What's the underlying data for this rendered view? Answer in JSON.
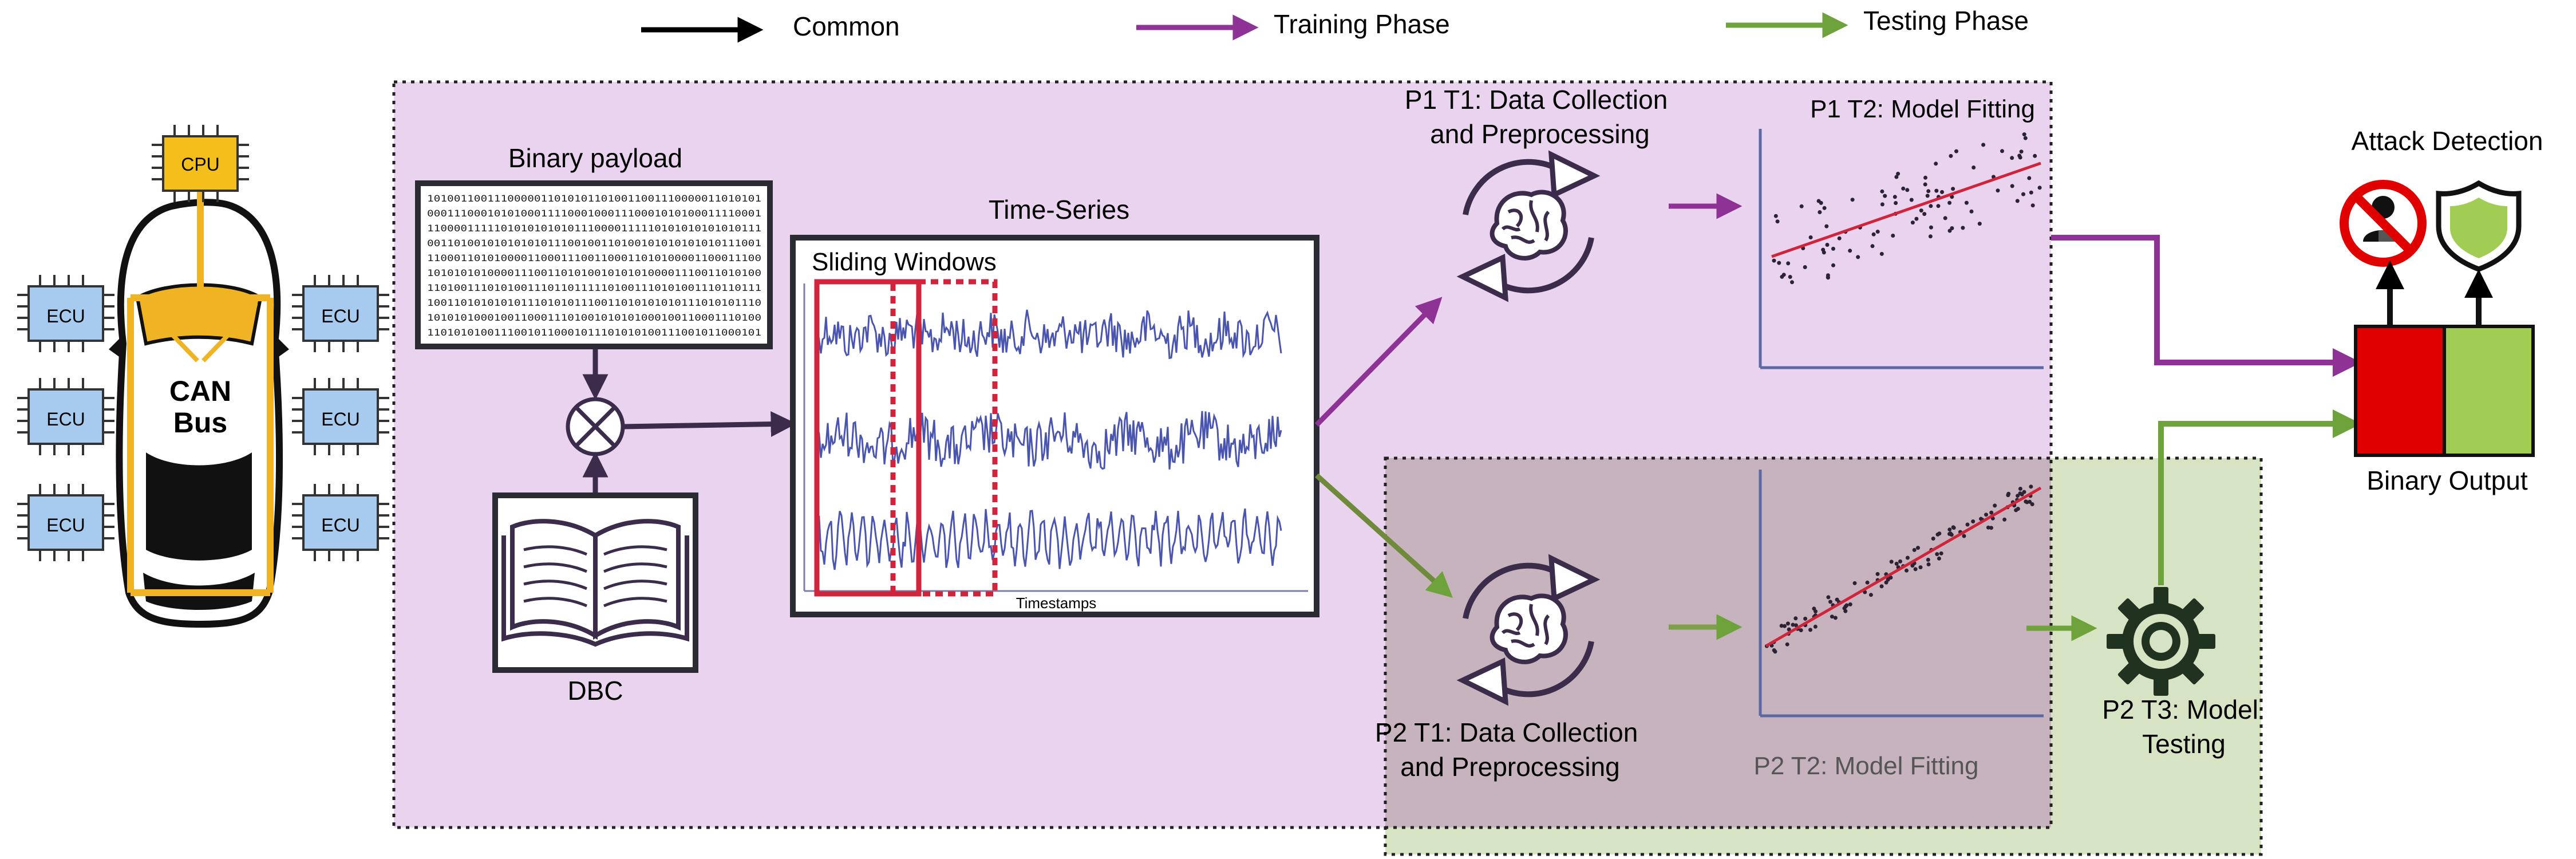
{
  "legend": {
    "common": "Common",
    "training": "Training Phase",
    "testing": "Testing Phase"
  },
  "colors": {
    "common": "#000000",
    "training": "#8e3295",
    "testing": "#6ea23a",
    "training_region": "#ead3ef",
    "testing_region": "#d6e4c4",
    "overlap_region": "#c6b3bd",
    "ecu_fill": "#a6cbef",
    "cpu_fill": "#f5bf1b",
    "bus_yellow": "#f0b323",
    "window_red": "#d1233b",
    "signal_blue": "#4a55b0",
    "fit_line": "#d0243a",
    "icon_dark": "#3a2c4a",
    "attack_red": "#e00000",
    "normal_green": "#a1cd55"
  },
  "vehicle": {
    "cpu_label": "CPU",
    "bus_label_1": "CAN",
    "bus_label_2": "Bus",
    "ecus": [
      "ECU",
      "ECU",
      "ECU",
      "ECU",
      "ECU",
      "ECU"
    ]
  },
  "payload": {
    "title": "Binary payload",
    "lines": [
      "10100110011100000110101011010011001110000011010101",
      "00011100010101000111100010001110001010100011110001",
      "11000011111010101010101110000111110101010101010111",
      "00110100101010101011100100110100101010101010111001",
      "11000110101000011000111001100011010100001100011100",
      "10101010100001110011010100101010100001110011010100",
      "11010011101010011101101111101001110101001110110111",
      "10011010101010111010101110011010101010111010101110",
      "10101010001001100011101001010101000100110001110100",
      "11010101001110010110001011101010100111001011000101"
    ]
  },
  "dbc": {
    "label": "DBC"
  },
  "timeseries": {
    "title": "Time-Series",
    "subtitle": "Sliding Windows",
    "xlabel": "Timestamps"
  },
  "p1": {
    "t1": "P1 T1: Data Collection\nand Preprocessing",
    "t2": "P1 T2: Model Fitting"
  },
  "p2": {
    "t1": "P2 T1: Data Collection\nand Preprocessing",
    "t2": "P2 T2: Model Fitting",
    "t3": "P2 T3: Model\nTesting"
  },
  "output": {
    "attack_title": "Attack Detection",
    "binary_output": "Binary Output"
  }
}
